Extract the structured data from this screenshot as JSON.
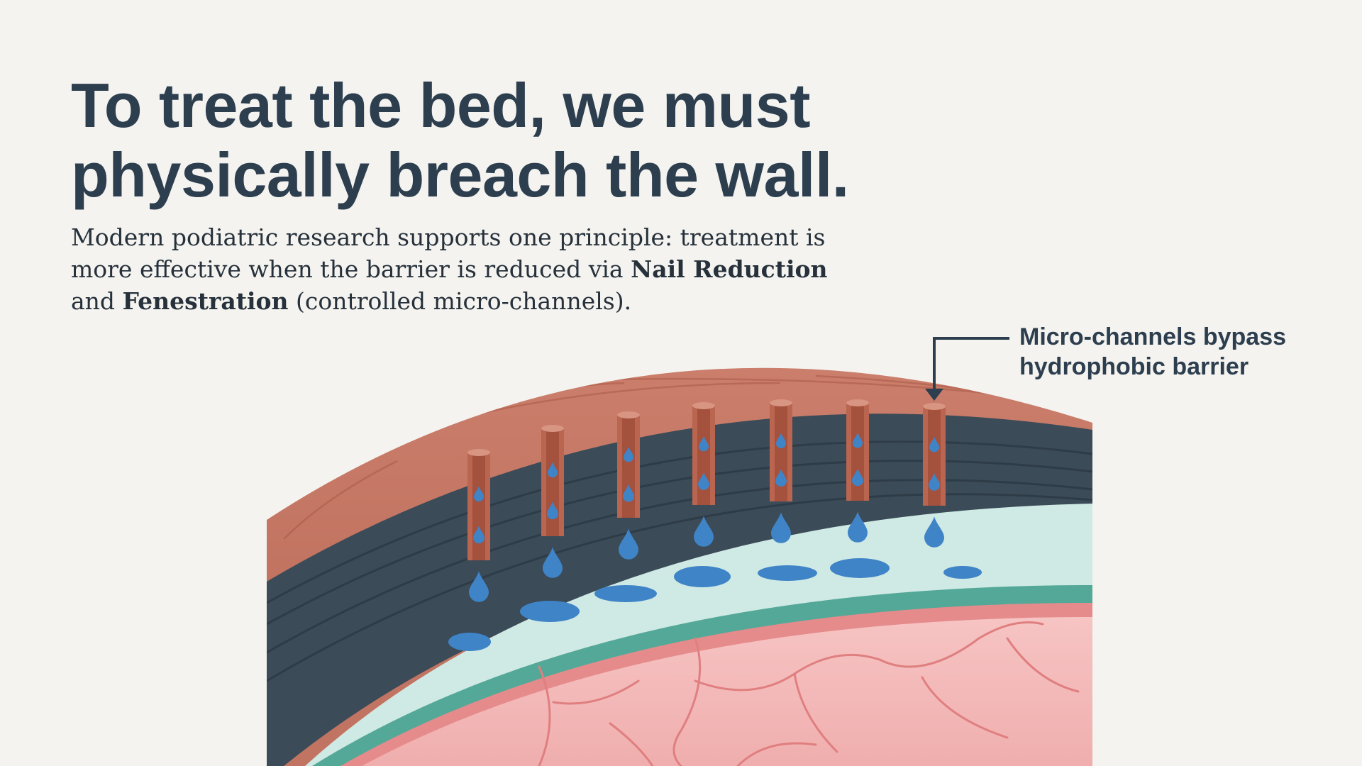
{
  "title": {
    "line1": "To treat the bed, we must",
    "line2": "physically breach the wall."
  },
  "body": {
    "line1": "Modern podiatric research supports one principle: treatment is",
    "line2_prefix": "more effective when the barrier is reduced via ",
    "line2_bold": "Nail Reduction",
    "line3_prefix": "and ",
    "line3_bold": "Fenestration",
    "line3_suffix": " (controlled micro-channels)."
  },
  "callout": {
    "line1": "Micro-channels bypass",
    "line2": "hydrophobic barrier"
  },
  "diagram": {
    "channel_count": 7,
    "colors": {
      "background": "#f4f3ef",
      "nail_plate": "#c87a68",
      "barrier_layer": "#3b4b58",
      "channel": "#b9654f",
      "fluid_layer": "#cfe9e4",
      "membrane": "#53a898",
      "nail_bed": "#f2b8b8",
      "vessel": "#e07f80",
      "droplet": "#3f84c7",
      "text_dark": "#2d3e4f"
    }
  }
}
